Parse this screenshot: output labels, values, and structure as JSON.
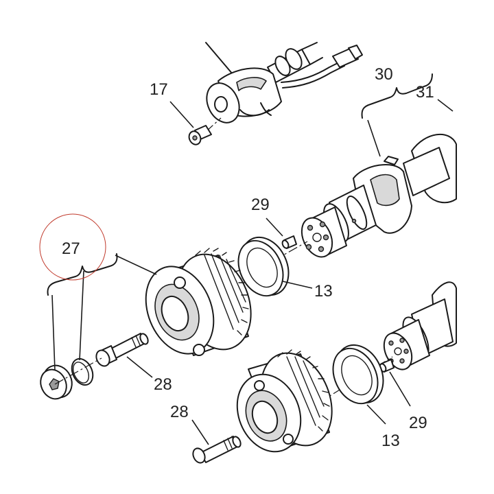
{
  "callouts": {
    "n17": "17",
    "n30": "30",
    "n31": "31",
    "n29a": "29",
    "n27": "27",
    "n13a": "13",
    "n28a": "28",
    "n28b": "28",
    "n13b": "13",
    "n29b": "29"
  },
  "colors": {
    "line": "#1a1a1a",
    "highlight_circle": "#c0392b",
    "shade": "#d9d9d9"
  }
}
